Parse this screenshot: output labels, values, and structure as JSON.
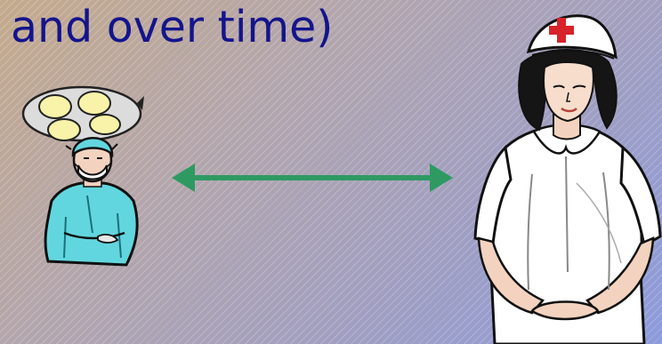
{
  "slide": {
    "title": "and over time)"
  },
  "illustrations": {
    "surgeon": "surgeon-clipart",
    "nurse": "nurse-clipart",
    "connector": "double-headed-arrow"
  },
  "colors": {
    "title_text": "#14148c",
    "arrow": "#2e9a62",
    "scrubs": "#5fd3dc",
    "nurse_cross": "#d8232a"
  }
}
